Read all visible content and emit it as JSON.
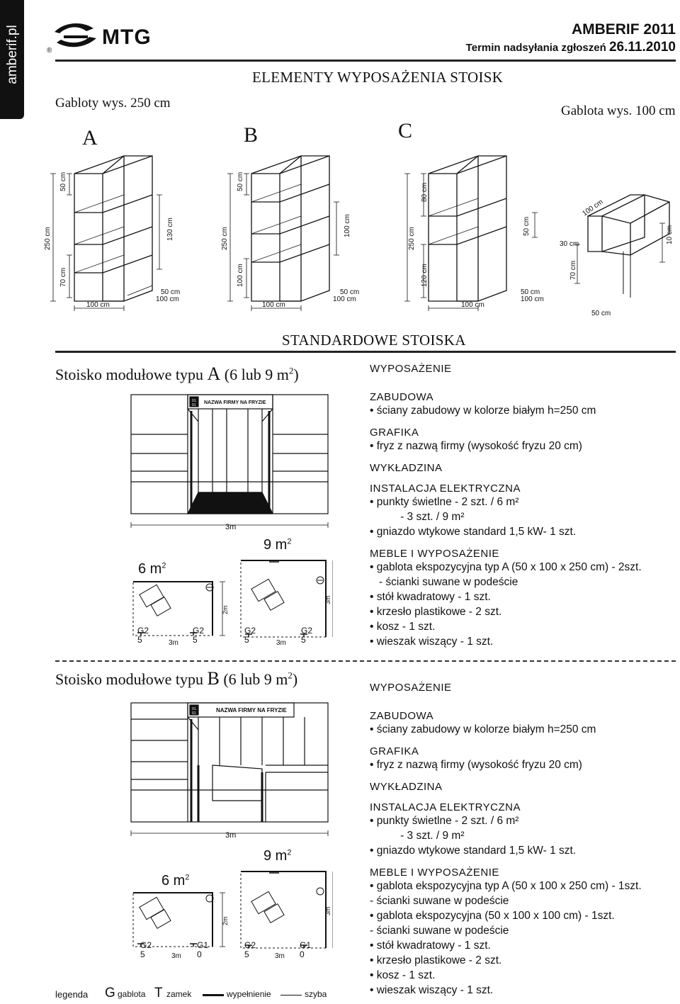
{
  "side_tab": "amberif.pl",
  "logo": {
    "text": "MTG",
    "registered": "®"
  },
  "header": {
    "event": "AMBERIF 2011",
    "deadline_label": "Termin nadsyłania zgłoszeń",
    "deadline_date": "26.11.2010",
    "title": "ELEMENTY WYPOSAŻENIA STOISK"
  },
  "showcases": {
    "left_label": "Gabloty wys. 250 cm",
    "right_label": "Gablota wys. 100 cm",
    "letters": [
      "A",
      "B",
      "C"
    ],
    "dims": {
      "d50": "50 cm",
      "d250": "250 cm",
      "d70": "70 cm",
      "d130": "130 cm",
      "d100": "100 cm",
      "d80": "80 cm",
      "d120": "120 cm",
      "d30": "30 cm",
      "d10": "10 cm"
    }
  },
  "standard_title": "STANDARDOWE STOISKA",
  "standA": {
    "title_prefix": "Stoisko modułowe typu",
    "letter": "A",
    "title_suffix": "(6 lub 9 m",
    "sup": "2",
    "close": ")",
    "frieze": "NAZWA FIRMY NA FRYZIE",
    "frieze_num1": "01.",
    "frieze_num2": "01",
    "area6": "6 m",
    "area9": "9 m",
    "sup2": "2",
    "dim3m": "3m",
    "dim2m": "2m",
    "g_left": "G2",
    "g_right": "G2",
    "g_sub": "5",
    "equipment": {
      "heading": "WYPOSAŻENIE",
      "sections": [
        {
          "title": "ZABUDOWA",
          "lines": [
            "• ściany zabudowy w kolorze białym h=250 cm"
          ]
        },
        {
          "title": "GRAFIKA",
          "lines": [
            "• fryz z nazwą firmy (wysokość fryzu 20 cm)"
          ]
        },
        {
          "title": "WYKŁADZINA",
          "lines": []
        },
        {
          "title": "INSTALACJA ELEKTRYCZNA",
          "lines": [
            "• punkty świetlne - 2 szt. / 6 m²",
            "          - 3 szt. / 9 m²",
            "• gniazdo wtykowe standard 1,5 kW- 1 szt."
          ]
        },
        {
          "title": "MEBLE I WYPOSAŻENIE",
          "lines": [
            "• gablota ekspozycyjna typ A (50 x 100 x 250 cm) - 2szt.",
            "   - ścianki suwane w podeście",
            "• stół kwadratowy - 1 szt.",
            "• krzesło plastikowe - 2 szt.",
            "• kosz - 1 szt.",
            "• wieszak wiszący - 1 szt."
          ]
        }
      ]
    }
  },
  "standB": {
    "title_prefix": "Stoisko modułowe typu",
    "letter": "B",
    "title_suffix": "(6 lub 9 m",
    "sup": "2",
    "close": ")",
    "frieze": "NAZWA FIRMY NA FRYZIE",
    "frieze_num1": "01.",
    "frieze_num2": "01",
    "area6": "6 m",
    "area9": "9 m",
    "sup2": "2",
    "dim3m": "3m",
    "dim2m": "2m",
    "g_left": "G2",
    "g_right": "G1",
    "g_left_sub": "5",
    "g_right_sub": "0",
    "equipment": {
      "heading": "WYPOSAŻENIE",
      "sections": [
        {
          "title": "ZABUDOWA",
          "lines": [
            "• ściany zabudowy w kolorze białym h=250 cm"
          ]
        },
        {
          "title": "GRAFIKA",
          "lines": [
            "• fryz z nazwą firmy (wysokość fryzu 20 cm)"
          ]
        },
        {
          "title": "WYKŁADZINA",
          "lines": []
        },
        {
          "title": "INSTALACJA ELEKTRYCZNA",
          "lines": [
            "• punkty świetlne - 2 szt. / 6 m²",
            "          - 3 szt. / 9 m²",
            "• gniazdo wtykowe standard 1,5 kW- 1 szt."
          ]
        },
        {
          "title": "MEBLE I WYPOSAŻENIE",
          "lines": [
            "• gablota ekspozycyjna typ A (50 x 100 x 250 cm) - 1szt.",
            "- ścianki suwane w podeście",
            "• gablota ekspozycyjna (50 x 100 x 100 cm) - 1szt.",
            "- ścianki suwane w podeście",
            "• stół kwadratowy - 1 szt.",
            "• krzesło plastikowe - 2 szt.",
            "• kosz - 1 szt.",
            "• wieszak wiszący - 1 szt."
          ]
        }
      ]
    }
  },
  "legend": {
    "label": "legenda",
    "g_symbol": "G",
    "g_text": "gablota",
    "t_symbol": "T",
    "t_text": "zamek",
    "fill_text": "wypełnienie",
    "glass_text": "szyba"
  }
}
